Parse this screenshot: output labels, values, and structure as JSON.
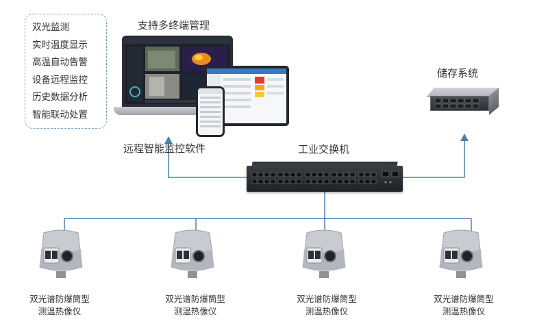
{
  "features": [
    "双光监测",
    "实时温度显示",
    "高温自动告警",
    "设备远程监控",
    "历史数据分析",
    "智能联动处置"
  ],
  "labels": {
    "multi_terminal": "支持多终端管理",
    "software": "远程智能监控软件",
    "switch": "工业交换机",
    "storage": "储存系统"
  },
  "cameras": [
    {
      "line1": "双光谱防爆筒型",
      "line2": "测温热像仪"
    },
    {
      "line1": "双光谱防爆筒型",
      "line2": "测温热像仪"
    },
    {
      "line1": "双光谱防爆筒型",
      "line2": "测温热像仪"
    },
    {
      "line1": "双光谱防爆筒型",
      "line2": "测温热像仪"
    }
  ],
  "colors": {
    "connector": "#4f7fae",
    "box_border": "#7aa3c8"
  }
}
